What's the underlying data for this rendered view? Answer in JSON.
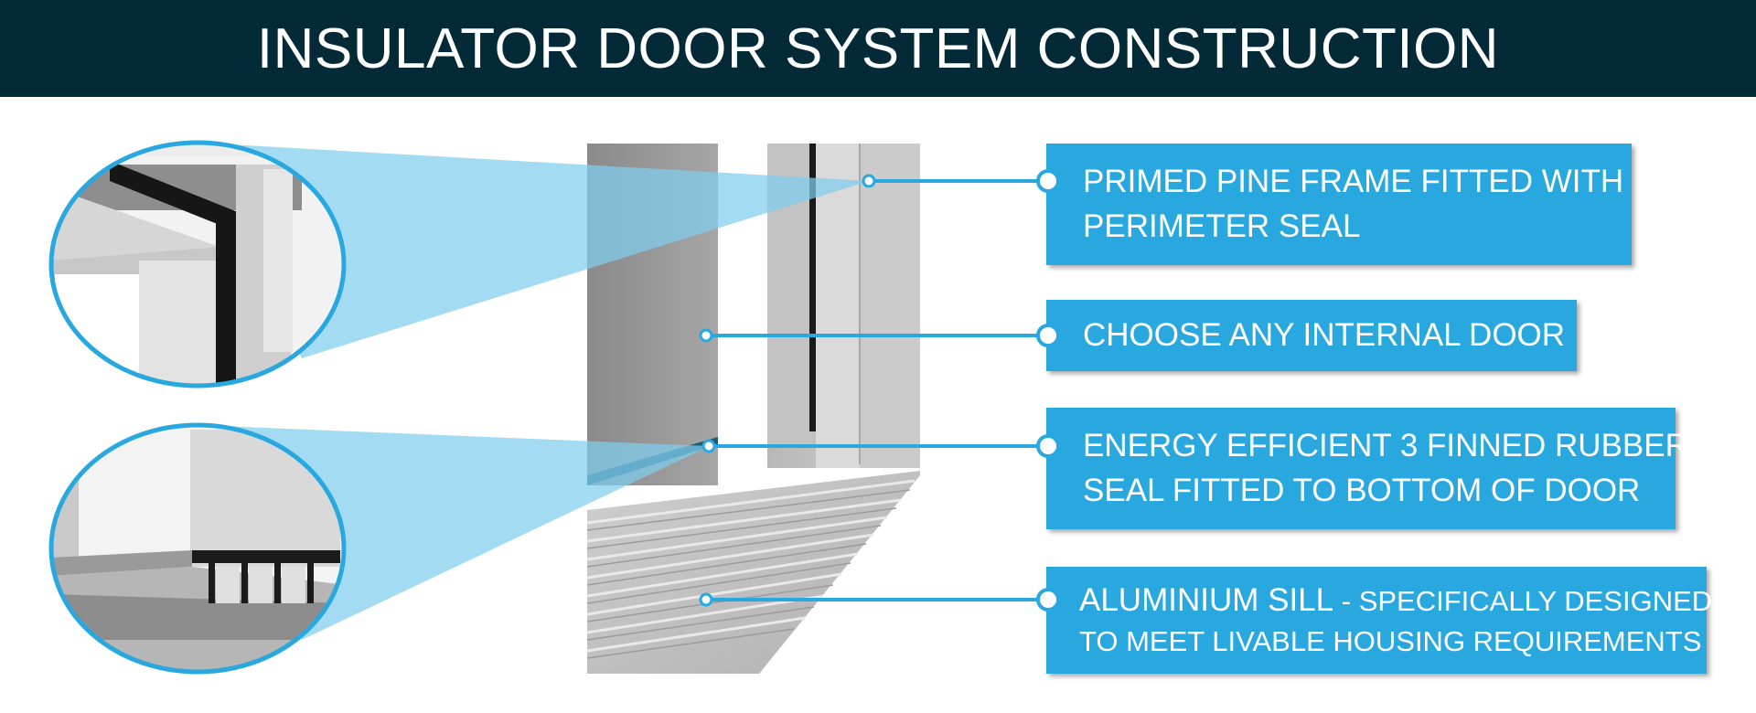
{
  "header": {
    "title": "INSULATOR DOOR SYSTEM CONSTRUCTION"
  },
  "colors": {
    "header_bg": "#042a38",
    "accent": "#29a8e0",
    "callout_text": "#ffffff"
  },
  "callouts": [
    {
      "line1": "PRIMED PINE FRAME FITTED WITH",
      "line2": "PERIMETER SEAL"
    },
    {
      "line1": "CHOOSE ANY INTERNAL DOOR"
    },
    {
      "line1": "ENERGY EFFICIENT 3 FINNED RUBBER",
      "line2": "SEAL FITTED TO BOTTOM OF DOOR"
    },
    {
      "lead": "ALUMINIUM SILL",
      "sep": " - ",
      "rest": "SPECIFICALLY DESIGNED",
      "line2": "TO MEET LIVABLE HOUSING REQUIREMENTS"
    }
  ]
}
